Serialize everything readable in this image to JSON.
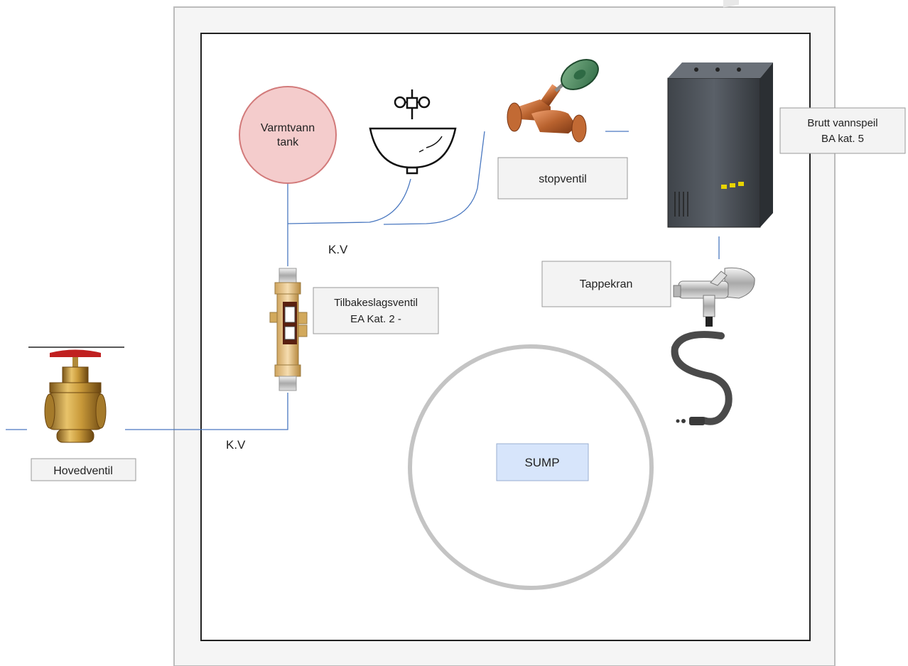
{
  "labels": {
    "tank_line1": "Varmtvann",
    "tank_line2": "tank",
    "stopventil": "stopventil",
    "brutt_line1": "Brutt vannspeil",
    "brutt_line2": "BA kat. 5",
    "tappekran": "Tappekran",
    "tilbake_line1": "Tilbakeslagsventil",
    "tilbake_line2": "EA Kat. 2 -",
    "kv_top": "K.V",
    "kv_bottom": "K.V",
    "hovedventil": "Hovedventil",
    "sump": "SUMP"
  },
  "colors": {
    "pipe": "#4a78c0",
    "tank_fill": "#f4cccc",
    "tank_stroke": "#d27a7a",
    "sump_fill": "#d7e5fb",
    "label_box_fill": "#f3f3f3",
    "frame_outer_fill": "#f5f5f5"
  },
  "icons": [
    "sink-icon",
    "stop-valve-icon",
    "air-gap-unit-icon",
    "tap-icon",
    "hose-icon",
    "check-valve-icon",
    "gate-valve-icon"
  ]
}
